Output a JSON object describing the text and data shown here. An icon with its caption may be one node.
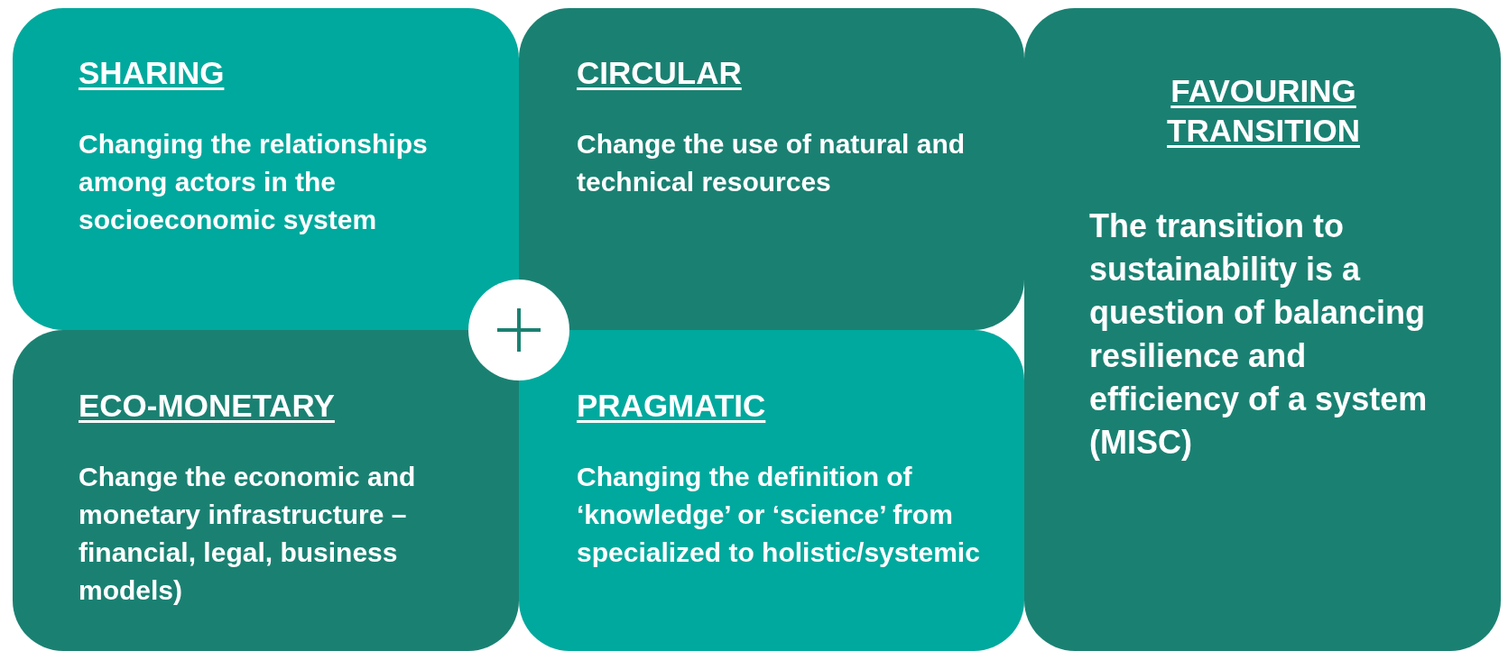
{
  "diagram": {
    "nodes": [
      {
        "text": [
          "SHARING",
          "Changing the relationships among actors in the socioeconomic system"
        ]
      },
      {
        "text": [
          "CIRCULAR",
          "Change the use of natural and technical resources"
        ]
      },
      {
        "text": [
          "ECO-MONETARY",
          "Change the economic and monetary infrastructure – financial, legal, business models)"
        ]
      },
      {
        "text": [
          "PRAGMATIC",
          "Changing the definition of ‘knowledge’ or ‘science’ from specialized to holistic/systemic"
        ]
      },
      {
        "text": [
          "FAVOURING TRANSITION",
          "The transition to sustainability is a question of balancing resilience and efficiency of a system (MISC)"
        ]
      }
    ]
  }
}
